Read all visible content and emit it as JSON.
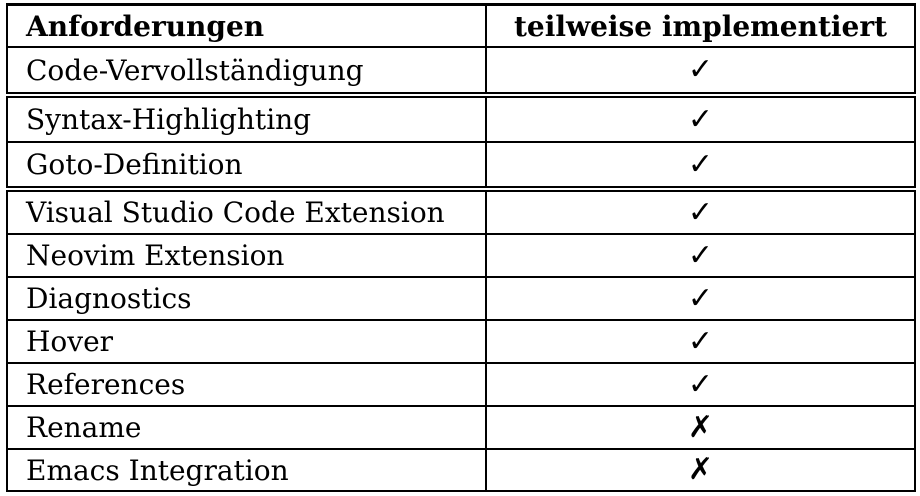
{
  "header": {
    "col1": "Anforderungen",
    "col2": "teilweise implementiert"
  },
  "groups": [
    {
      "rows": [
        {
          "requirement": "Code-Vervollständigung",
          "status": "✓"
        }
      ]
    },
    {
      "rows": [
        {
          "requirement": "Syntax-Highlighting",
          "status": "✓"
        },
        {
          "requirement": "Goto-Definition",
          "status": "✓"
        }
      ]
    },
    {
      "rows": [
        {
          "requirement": "Visual Studio Code Extension",
          "status": "✓"
        },
        {
          "requirement": "Neovim Extension",
          "status": "✓"
        },
        {
          "requirement": "Diagnostics",
          "status": "✓"
        },
        {
          "requirement": "Hover",
          "status": "✓"
        },
        {
          "requirement": "References",
          "status": "✓"
        },
        {
          "requirement": "Rename",
          "status": "✗"
        },
        {
          "requirement": "Emacs Integration",
          "status": "✗"
        }
      ]
    }
  ]
}
